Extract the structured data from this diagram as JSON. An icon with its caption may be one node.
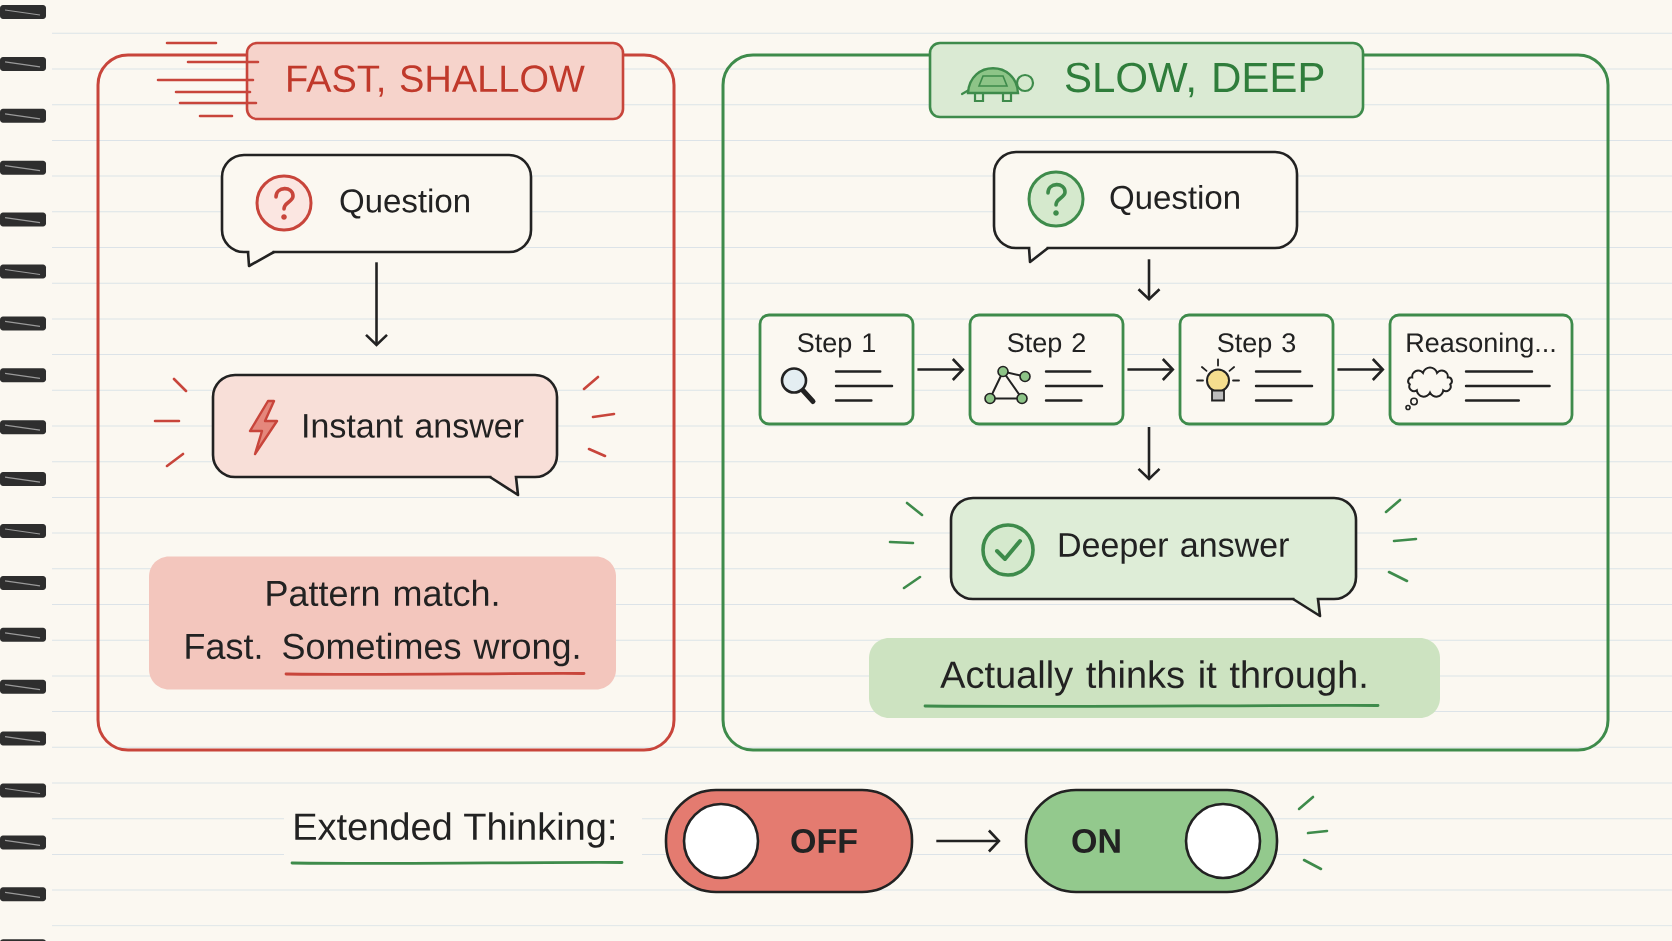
{
  "diagram": {
    "nodes": [
      {
        "text": [
          "FAST, SHALLOW"
        ]
      },
      {
        "text": [
          "Question"
        ],
        "in": 0
      },
      {
        "text": [
          "Instant answer"
        ],
        "in": 0
      },
      {
        "text": [
          "Pattern match. Fast. Sometimes wrong."
        ],
        "in": 0
      },
      {
        "text": [
          "SLOW, DEEP"
        ]
      },
      {
        "text": [
          "Question"
        ],
        "in": 4
      },
      {
        "text": [
          "Step 1"
        ],
        "in": 4
      },
      {
        "text": [
          "Step 2"
        ],
        "in": 4
      },
      {
        "text": [
          "Step 3"
        ],
        "in": 4
      },
      {
        "text": [
          "Reasoning..."
        ],
        "in": 4
      },
      {
        "text": [
          "Deeper answer"
        ],
        "in": 4
      },
      {
        "text": [
          "Actually thinks it through."
        ],
        "in": 4
      },
      {
        "text": [
          "OFF"
        ]
      },
      {
        "text": [
          "ON"
        ]
      }
    ],
    "edges": [
      {
        "from": 1,
        "to": 2,
        "arrow": "to"
      },
      {
        "from": 5,
        "to": null,
        "arrow": "to"
      },
      {
        "from": 6,
        "to": 7,
        "arrow": "to"
      },
      {
        "from": 7,
        "to": 8,
        "arrow": "to"
      },
      {
        "from": 8,
        "to": 9,
        "arrow": "to"
      },
      {
        "from": null,
        "to": 10,
        "arrow": "to"
      },
      {
        "from": 12,
        "to": 13,
        "arrow": "to"
      }
    ],
    "labels": [
      "Extended Thinking:"
    ]
  }
}
